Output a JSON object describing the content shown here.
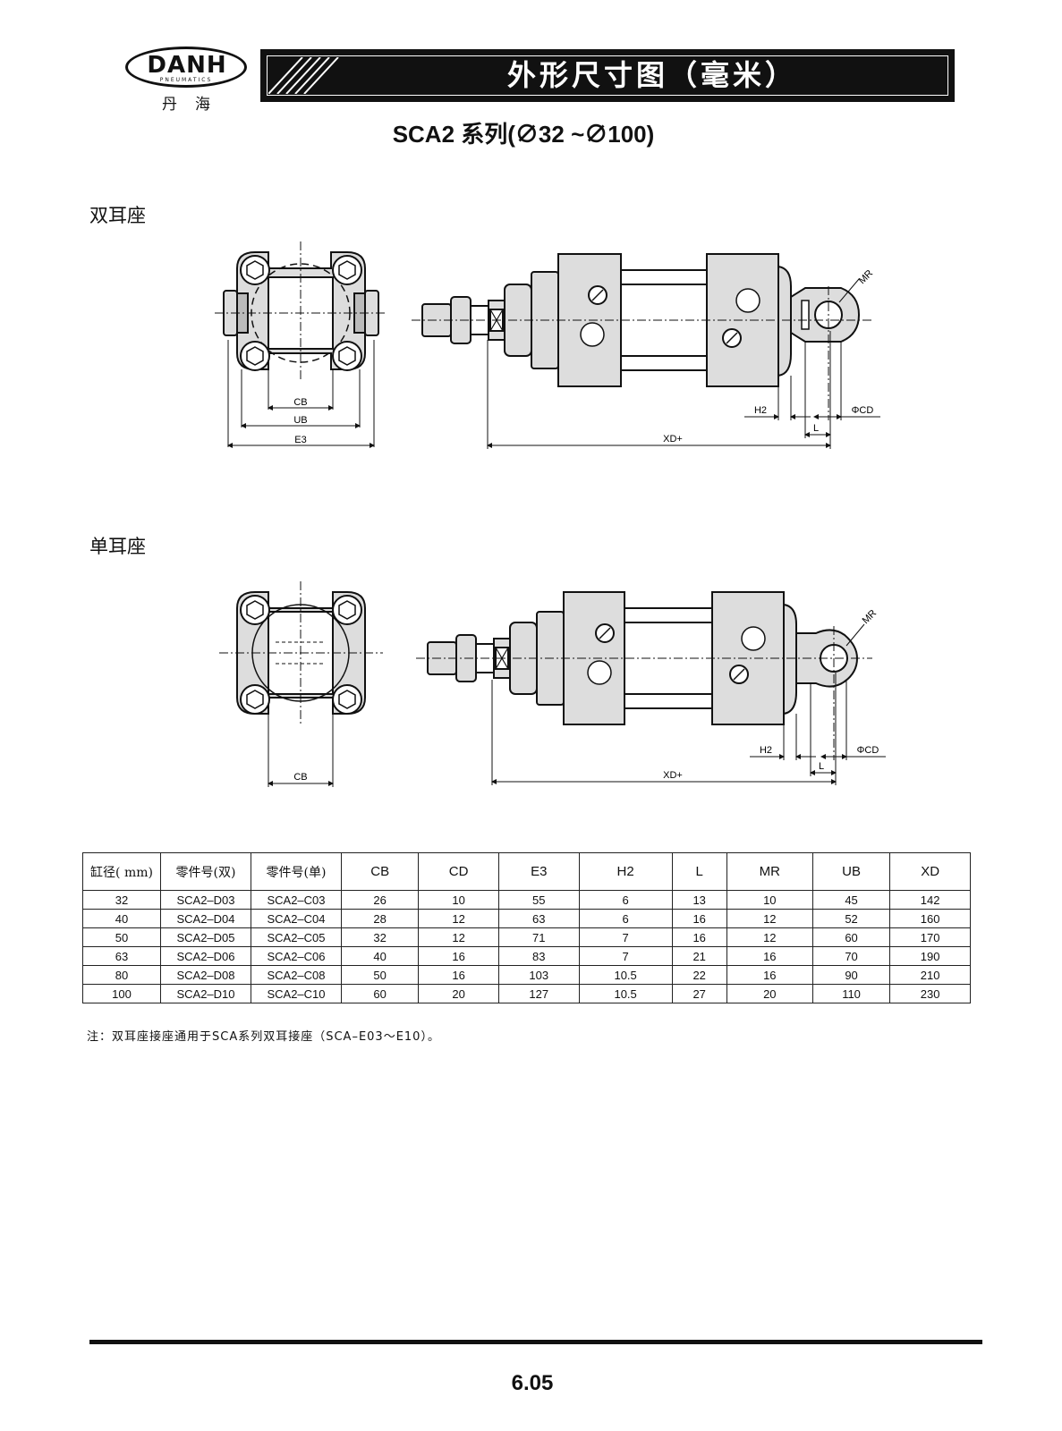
{
  "header": {
    "brand_logo_text": "DANH",
    "brand_subtitle": "PNEUMATICS",
    "brand_cn": "丹海",
    "page_title": "外形尺寸图（毫米）"
  },
  "series_title": "SCA2 系列(∅32 ~∅100)",
  "sections": {
    "double": {
      "label": "双耳座",
      "dims": {
        "cb": "CB",
        "ub": "UB",
        "e3": "E3",
        "h2": "H2",
        "l": "L",
        "cd": "ΦCD",
        "xd": "XD+",
        "mr": "MR"
      }
    },
    "single": {
      "label": "单耳座",
      "dims": {
        "cb": "CB",
        "h2": "H2",
        "l": "L",
        "cd": "ΦCD",
        "xd": "XD+",
        "mr": "MR"
      }
    }
  },
  "table": {
    "headers": [
      "缸径( mm)",
      "零件号(双)",
      "零件号(单)",
      "CB",
      "CD",
      "E3",
      "H2",
      "L",
      "MR",
      "UB",
      "XD"
    ],
    "rows": [
      [
        "32",
        "SCA2–D03",
        "SCA2–C03",
        "26",
        "10",
        "55",
        "6",
        "13",
        "10",
        "45",
        "142"
      ],
      [
        "40",
        "SCA2–D04",
        "SCA2–C04",
        "28",
        "12",
        "63",
        "6",
        "16",
        "12",
        "52",
        "160"
      ],
      [
        "50",
        "SCA2–D05",
        "SCA2–C05",
        "32",
        "12",
        "71",
        "7",
        "16",
        "12",
        "60",
        "170"
      ],
      [
        "63",
        "SCA2–D06",
        "SCA2–C06",
        "40",
        "16",
        "83",
        "7",
        "21",
        "16",
        "70",
        "190"
      ],
      [
        "80",
        "SCA2–D08",
        "SCA2–C08",
        "50",
        "16",
        "103",
        "10.5",
        "22",
        "16",
        "90",
        "210"
      ],
      [
        "100",
        "SCA2–D10",
        "SCA2–C10",
        "60",
        "20",
        "127",
        "10.5",
        "27",
        "20",
        "110",
        "230"
      ]
    ]
  },
  "note": "注：双耳座接座通用于SCA系列双耳接座（SCA–E03～E10）。",
  "footer": {
    "page_number": "6.05"
  }
}
